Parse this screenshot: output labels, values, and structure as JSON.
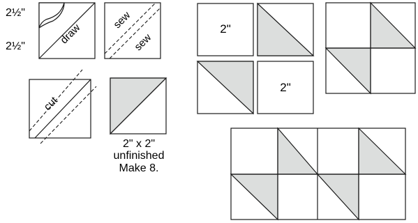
{
  "labels": {
    "dim_top": "2½\"",
    "dim_left": "2½\"",
    "draw": "draw",
    "sew_upper": "sew",
    "sew_lower": "sew",
    "cut": "cut",
    "square_a": "2\"",
    "square_b": "2\""
  },
  "caption": {
    "line1": "2\" x 2\"",
    "line2": "unfinished",
    "line3": "Make 8."
  },
  "colors": {
    "line": "#1a1a1a",
    "fill_gray": "#dcdedd",
    "background": "#ffffff"
  }
}
